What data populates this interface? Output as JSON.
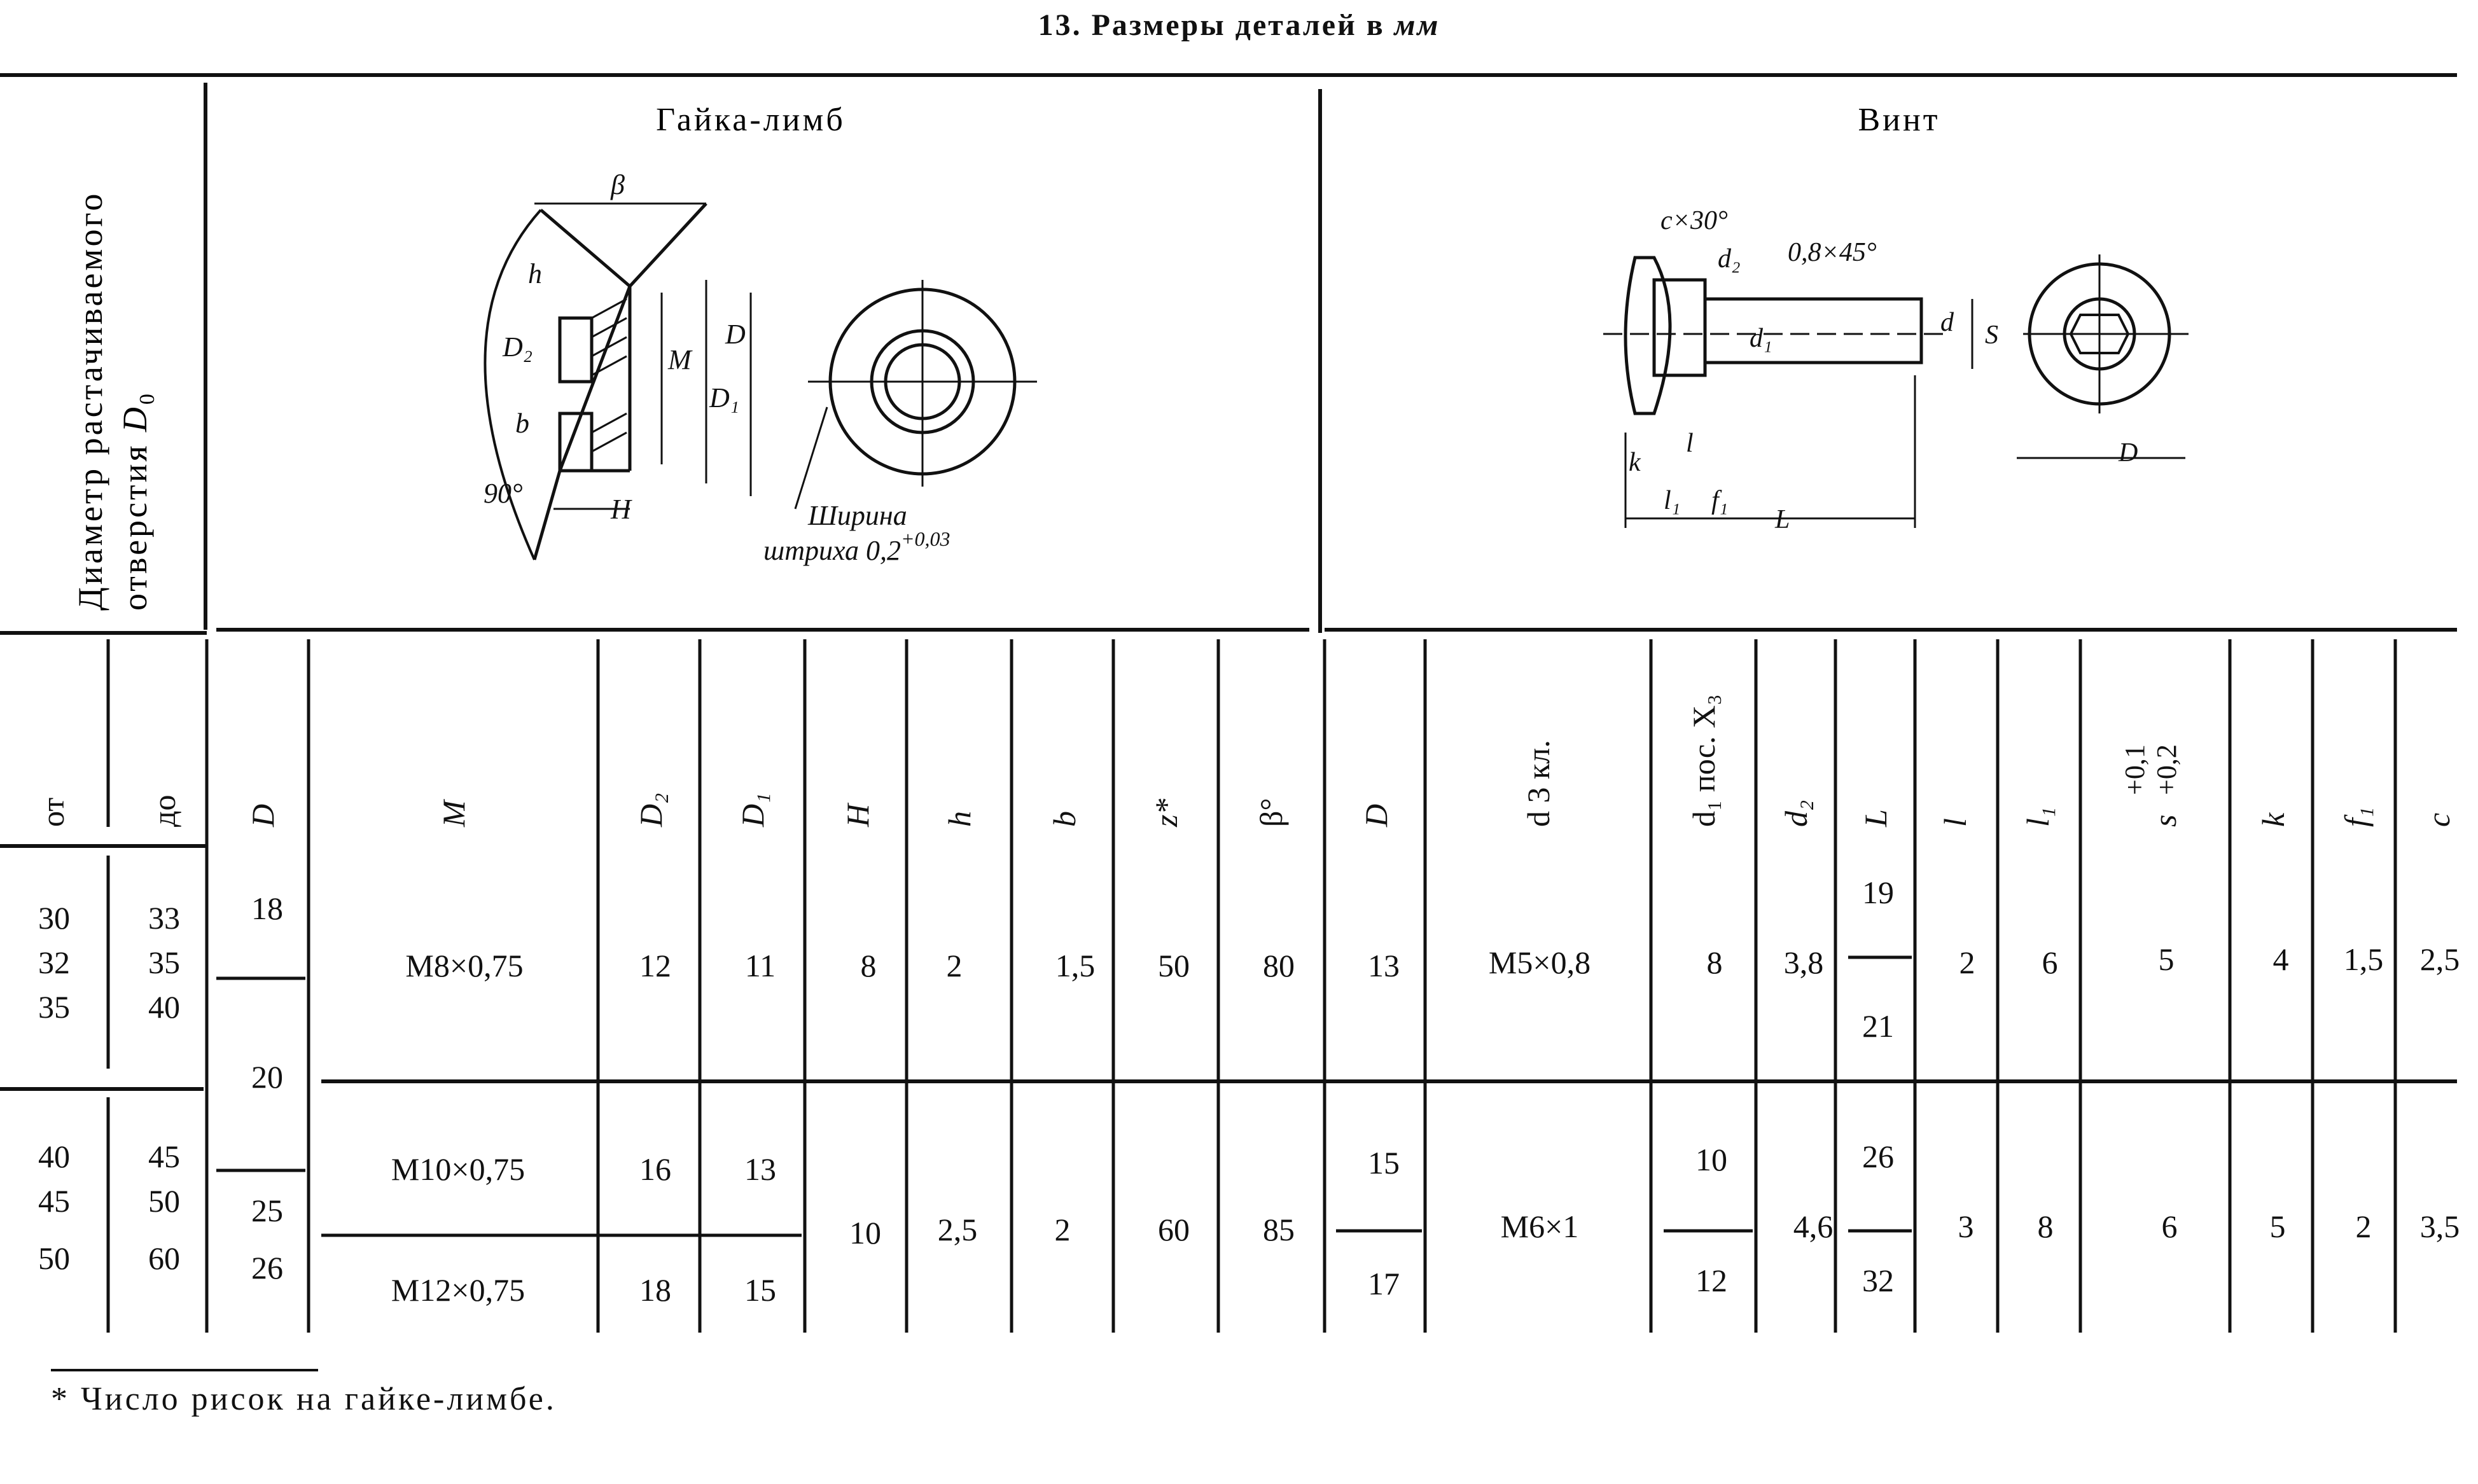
{
  "title": {
    "number": "13.",
    "text": "Размеры деталей в",
    "unit": "мм"
  },
  "sections": {
    "left_header": "Диаметр растачиваемого",
    "left_header_2": "отверстия",
    "left_header_sym": "D",
    "left_header_sub": "0",
    "nut": "Гайка-лимб",
    "screw": "Винт"
  },
  "drawing_labels": {
    "nut": {
      "beta": "β",
      "h": "h",
      "D2": "D₂",
      "b": "b",
      "M": "M",
      "D1": "D₁",
      "D": "D",
      "H": "H",
      "angle": "90°",
      "note1": "Ширина",
      "note2": "штриха 0,2",
      "note_tol": "+0,03"
    },
    "screw": {
      "c30": "c×30°",
      "d2": "d₂",
      "chamfer": "0,8×45°",
      "d1": "d₁",
      "d": "d",
      "S": "S",
      "k": "k",
      "l": "l",
      "l1": "l₁",
      "f1": "f₁",
      "L": "L",
      "D": "D"
    }
  },
  "columns": {
    "ot": "от",
    "do": "до",
    "D": "D",
    "M": "M",
    "D2": "D₂",
    "D1": "D₁",
    "H": "H",
    "h": "h",
    "b": "b",
    "z": "z*",
    "beta": "β°",
    "sD": "D",
    "d3": "d 3 кл.",
    "d1": "d₁ пос. X₃",
    "d2": "d₂",
    "L": "L",
    "l": "l",
    "l1": "l₁",
    "s": "s",
    "s_tol1": "+0,1",
    "s_tol2": "+0,2",
    "k": "k",
    "f1": "f₁",
    "c": "c"
  },
  "rows": {
    "r1": {
      "ot": [
        "30",
        "32",
        "35"
      ],
      "do": [
        "33",
        "35",
        "40"
      ],
      "D_a": "18",
      "D_b": "20",
      "M": "M8×0,75",
      "D2": "12",
      "D1": "11",
      "H": "8",
      "h": "2",
      "b": "1,5",
      "z": "50",
      "beta": "80",
      "sD": "13",
      "d3": "M5×0,8",
      "d1": "8",
      "d2": "3,8",
      "L_a": "19",
      "L_b": "21",
      "l": "2",
      "l1": "6",
      "s": "5",
      "k": "4",
      "f1": "1,5",
      "c": "2,5"
    },
    "r2": {
      "ot": [
        "40",
        "45",
        "50"
      ],
      "do": [
        "45",
        "50",
        "60"
      ],
      "D_a": "25",
      "D_b": "26",
      "M_a": "M10×0,75",
      "M_b": "M12×0,75",
      "D2_a": "16",
      "D2_b": "18",
      "D1_a": "13",
      "D1_b": "15",
      "H": "10",
      "h": "2,5",
      "b": "2",
      "z": "60",
      "beta": "85",
      "sD_a": "15",
      "sD_b": "17",
      "d3": "M6×1",
      "d1_a": "10",
      "d1_b": "12",
      "d2": "4,6",
      "L_a": "26",
      "L_b": "32",
      "l": "3",
      "l1": "8",
      "s": "6",
      "k": "5",
      "f1": "2",
      "c": "3,5"
    }
  },
  "footnote": "* Число рисок на гайке-лимбе."
}
